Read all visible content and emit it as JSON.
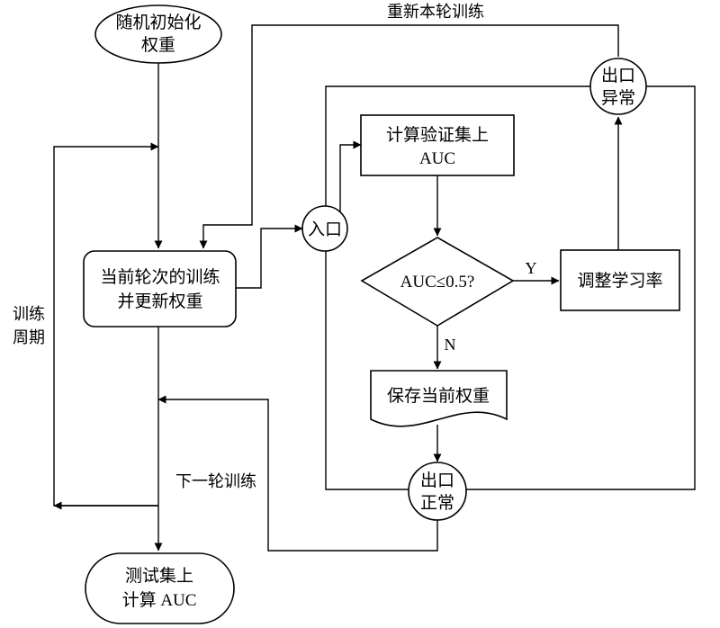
{
  "nodes": {
    "init": [
      "随机初始化",
      "权重"
    ],
    "train": [
      "当前轮次的训练",
      "并更新权重"
    ],
    "test": [
      "测试集上",
      "计算 AUC"
    ],
    "calc_val": [
      "计算验证集上",
      "AUC"
    ],
    "decision": "AUC≤0.5?",
    "adjust": "调整学习率",
    "save": "保存当前权重",
    "entry": "入口",
    "exit_abnormal": [
      "出口",
      "异常"
    ],
    "exit_normal": [
      "出口",
      "正常"
    ]
  },
  "labels": {
    "retrain": "重新本轮训练",
    "cycle": [
      "训练",
      "周期"
    ],
    "next_round": "下一轮训练",
    "yes": "Y",
    "no": "N"
  }
}
